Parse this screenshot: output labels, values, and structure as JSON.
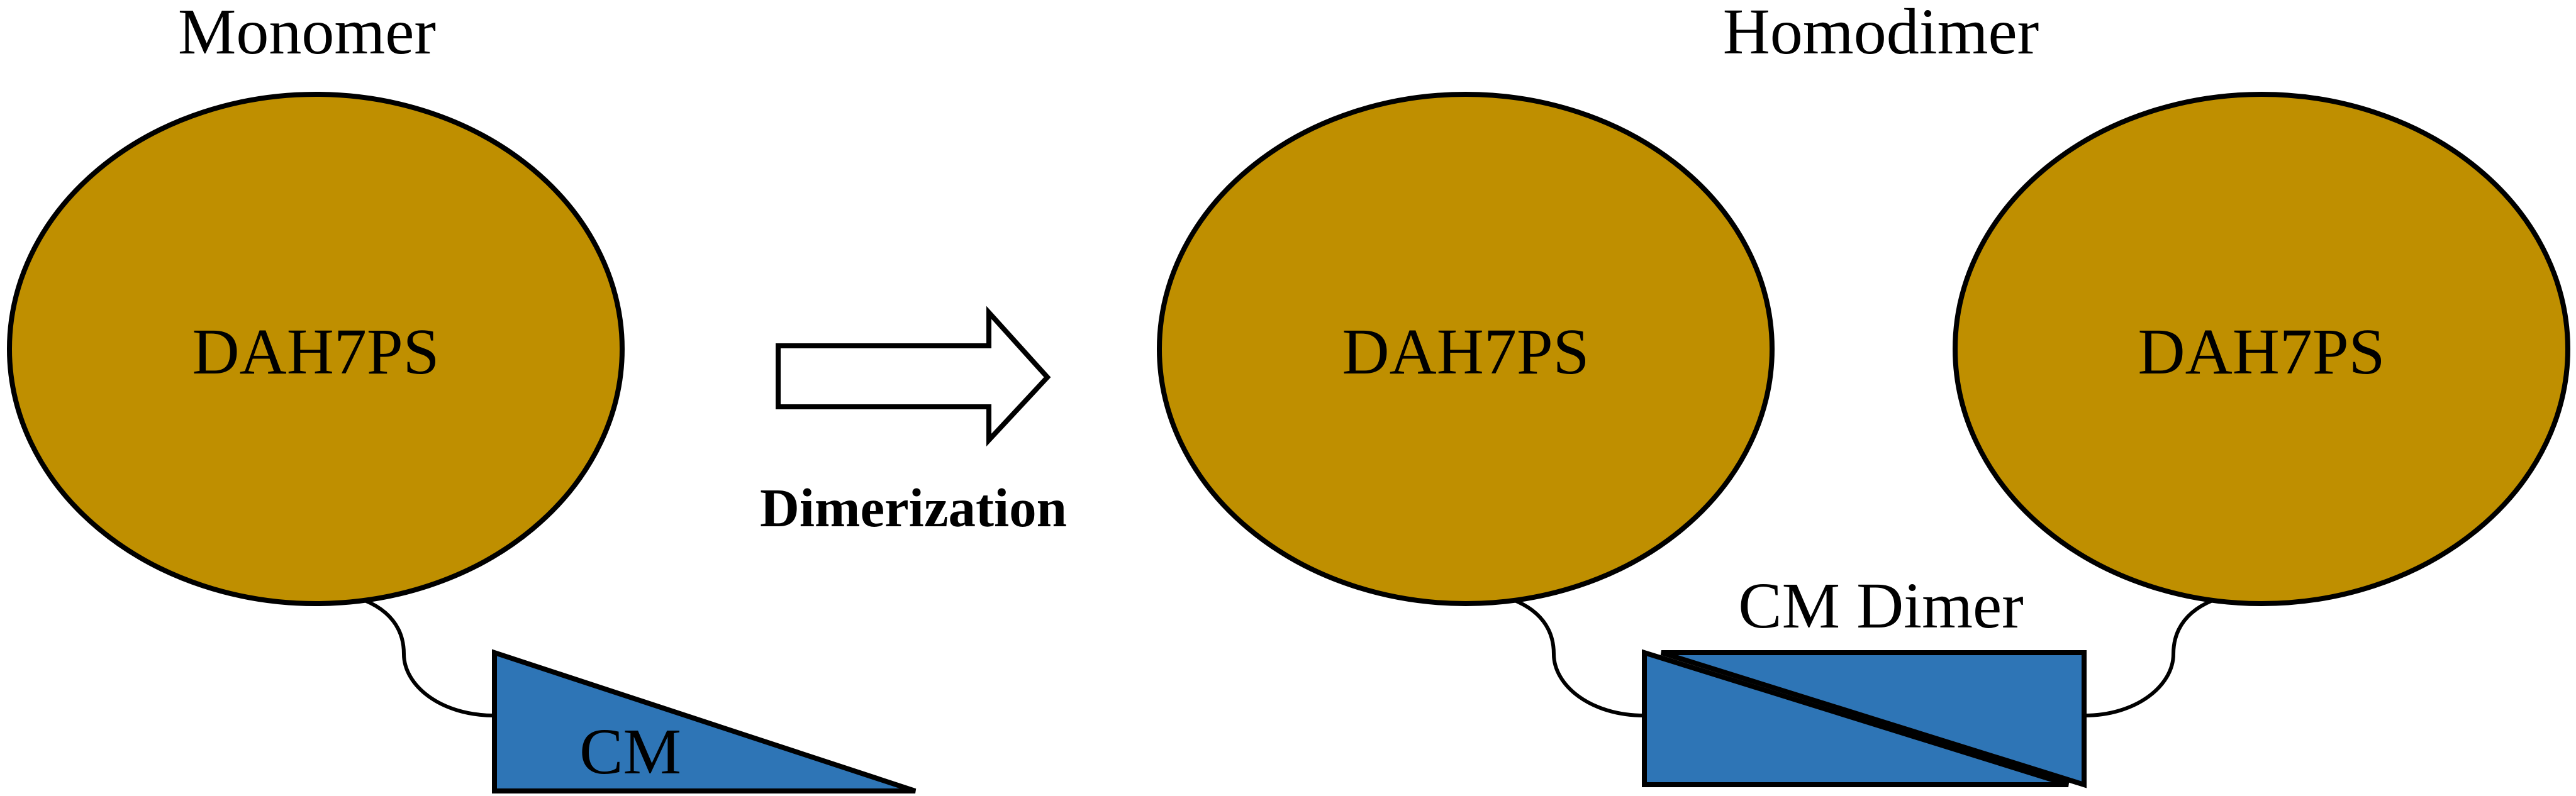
{
  "monomer": {
    "heading": "Monomer",
    "domain_label": "DAH7PS",
    "cm_label": "CM"
  },
  "transition": {
    "arrow_label": "Dimerization"
  },
  "homodimer": {
    "heading": "Homodimer",
    "left_domain_label": "DAH7PS",
    "right_domain_label": "DAH7PS",
    "cm_dimer_label": "CM Dimer"
  },
  "colors": {
    "domain_fill": "#BF8F00",
    "cm_fill": "#2E75B6",
    "outline": "#000000",
    "arrow_fill": "#FFFFFF"
  }
}
